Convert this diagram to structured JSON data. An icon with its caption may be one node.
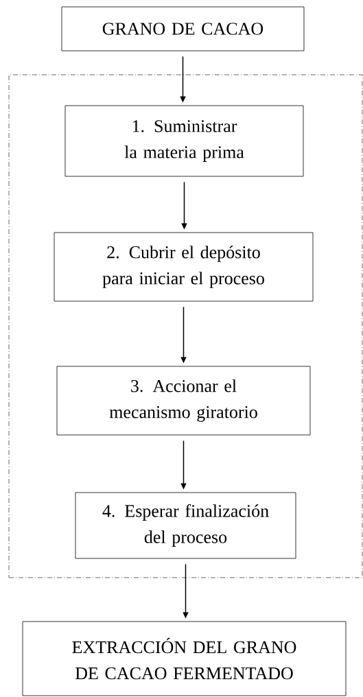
{
  "diagram": {
    "nodes": [
      {
        "text": [
          "GRANO DE CACAO"
        ]
      },
      {
        "text": [],
        "shape": "box"
      },
      {
        "text": [
          "1. Suministrar la materia prima"
        ],
        "in": 1
      },
      {
        "text": [
          "2. Cubrir el depósito para iniciar el proceso"
        ],
        "in": 1
      },
      {
        "text": [
          "3. Accionar el mecanismo giratorio"
        ],
        "in": 1
      },
      {
        "text": [
          "4. Esperar finalización del proceso"
        ],
        "in": 1
      },
      {
        "text": [
          "EXTRACCIÓN DEL GRANO DE CACAO FERMENTADO"
        ]
      }
    ],
    "edges": [
      {
        "from": 0,
        "to": 2,
        "arrow": "to"
      },
      {
        "from": 2,
        "to": 3,
        "arrow": "to"
      },
      {
        "from": 3,
        "to": 4,
        "arrow": "to"
      },
      {
        "from": 4,
        "to": 5,
        "arrow": "to"
      },
      {
        "from": 5,
        "to": 6,
        "arrow": "to"
      }
    ]
  }
}
